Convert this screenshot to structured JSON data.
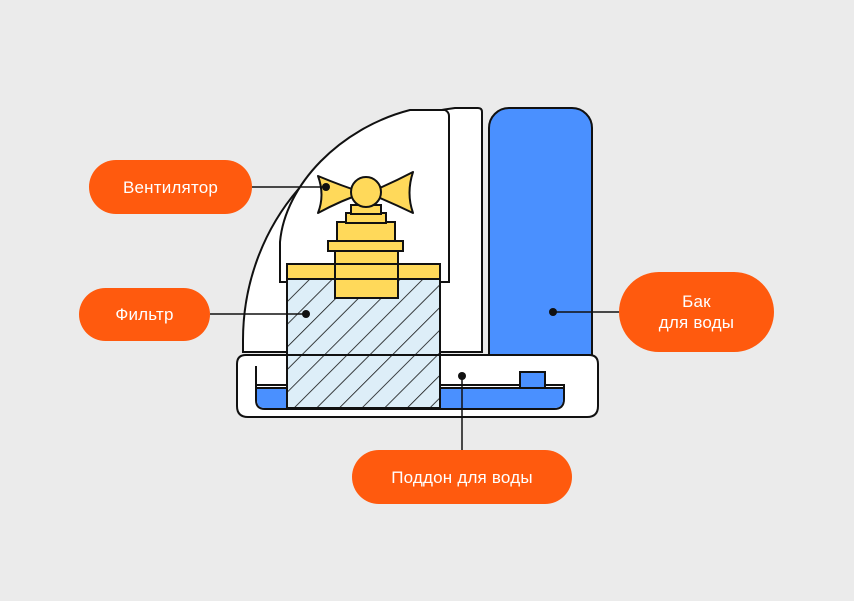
{
  "labels": {
    "fan": "Вентилятор",
    "filter": "Фильтр",
    "tank": "Бак\nдля воды",
    "tray": "Поддон для воды"
  },
  "colors": {
    "background": "#EBEBEB",
    "label_fill": "#FF5A0E",
    "label_text": "#FFFFFF",
    "outline": "#111111",
    "body_fill": "#FFFFFF",
    "fan_fill": "#FFD95A",
    "filter_fill": "#DDEEF8",
    "water_fill": "#4A90FF",
    "tank_fill": "#4A90FF"
  },
  "icons": {
    "fan": "butterfly-fan-icon",
    "filter": "hatched-filter-icon"
  }
}
